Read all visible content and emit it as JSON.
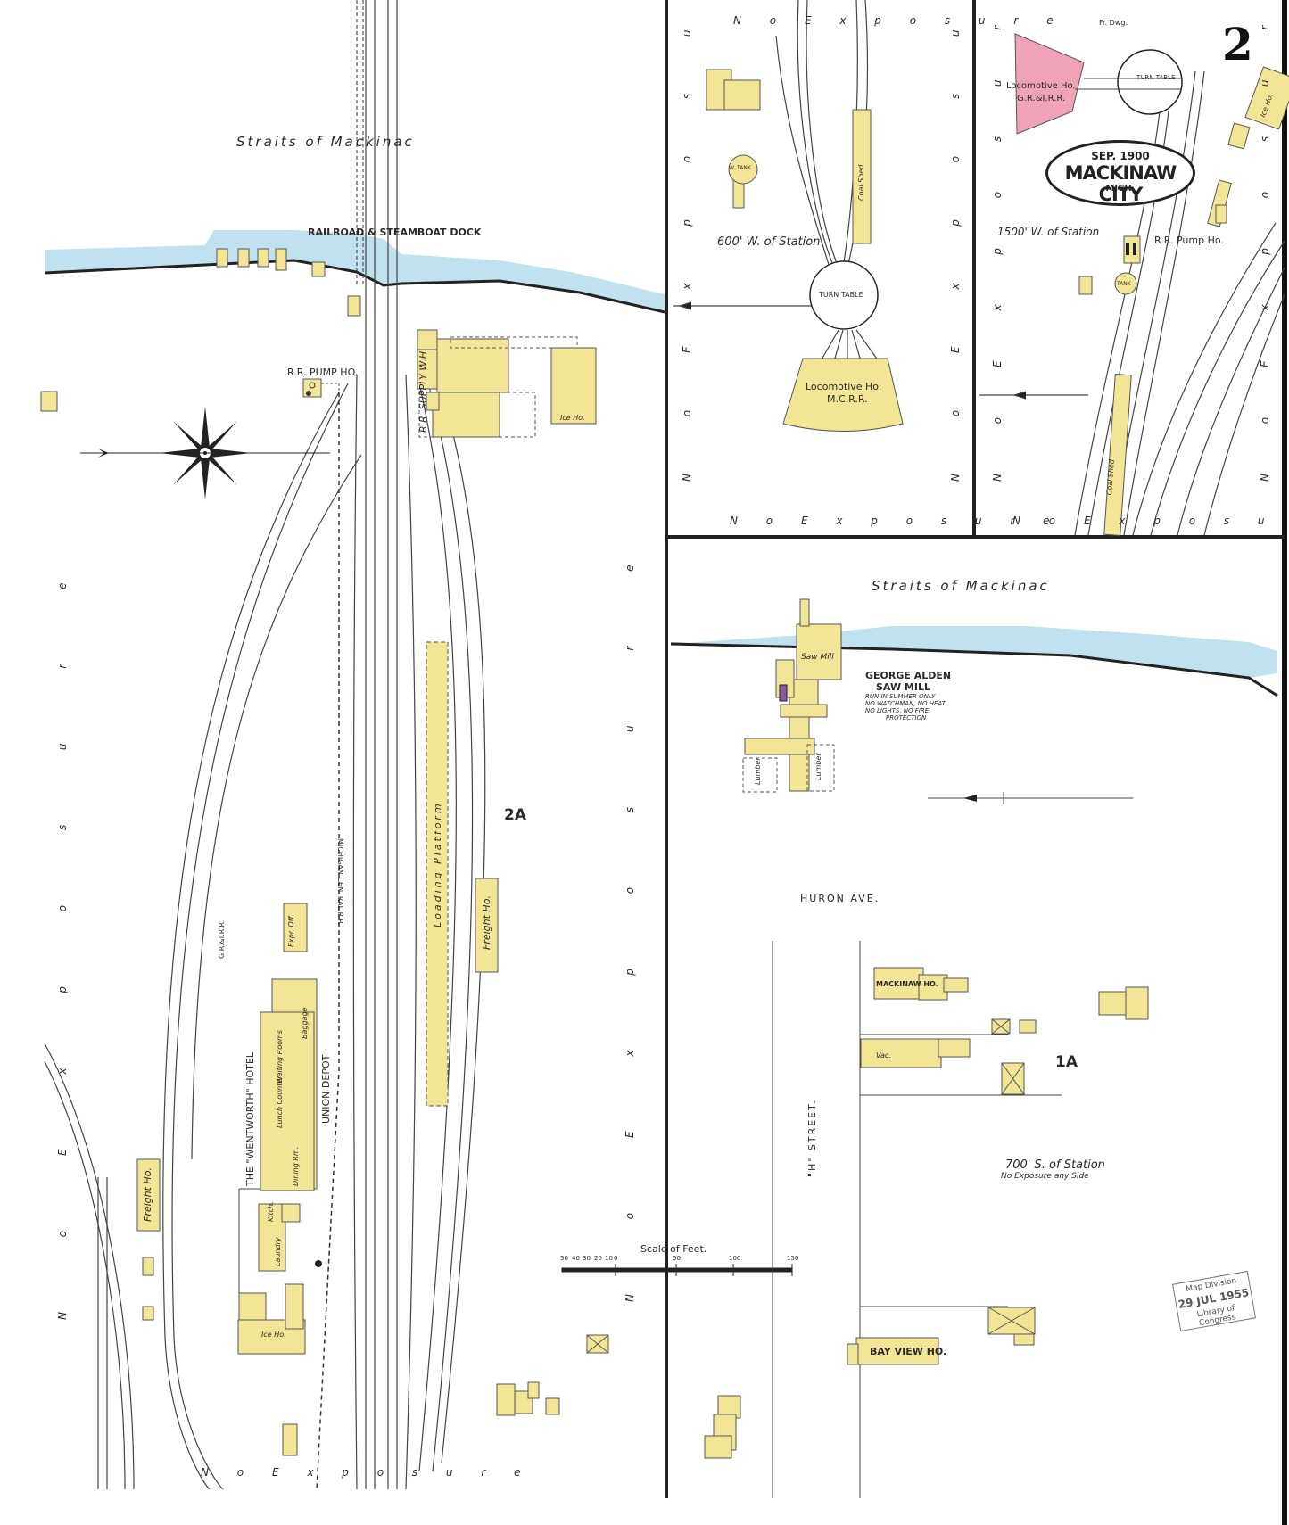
{
  "sheet": {
    "number": "2",
    "date": "SEP. 1900",
    "town": "MACKINAW CITY",
    "state": "MICH."
  },
  "colors": {
    "frame_brick": "#f0a3b6",
    "frame_wood": "#f3e596",
    "water": "#bfe2ee",
    "shore": "#222222",
    "paper": "#ffffff",
    "ink": "#2c2a26"
  },
  "panels": {
    "left": {
      "water": "Straits of Mackinac",
      "dock": "RAILROAD & STEAMBOAT DOCK",
      "section": "2A",
      "no_exposure": "N o   E x p o s u r e",
      "railroad_mc": "MICHIGAN CENTRAL R.R.",
      "railroad_gr": "G.R.&I.R.R.",
      "pump": "R.R. PUMP HO.",
      "supply": "R.R. SUPPLY W.H.",
      "icehouse_top": "Ice Ho.",
      "platform": "Loading Platform",
      "freight_1": "Freight Ho.",
      "freight_2": "Freight Ho.",
      "expr_off": "Expr. Off.",
      "hotel": "THE \"WENTWORTH\" HOTEL",
      "depot": "UNION DEPOT",
      "baggage": "Baggage",
      "waiting": "Waiting Rooms",
      "laundry": "Laundry",
      "kitch": "Kitch.",
      "dining": "Dining Rm.",
      "lunch": "Lunch Counter",
      "icehouse_bottom": "Ice Ho.",
      "scale": "Scale of Feet.",
      "scale_ticks": [
        "50",
        "40",
        "30",
        "20",
        "10",
        "0",
        "50",
        "100",
        "150"
      ]
    },
    "top_middle": {
      "no_exposure": "N o   E x p o s u r e",
      "distance": "600' W. of Station",
      "turntable": "TURN TABLE",
      "loco": "Locomotive Ho.",
      "loco_owner": "M.C.R.R.",
      "coal": "Coal Shed",
      "wtank": "W. TANK"
    },
    "top_right": {
      "fr_dwg": "Fr. Dwg.",
      "loco": "Locomotive Ho.",
      "loco_owner": "G.R.&I.R.R.",
      "turntable": "TURN TABLE",
      "distance": "1500' W. of Station",
      "pump": "R.R. Pump Ho.",
      "tank": "TANK",
      "coal": "Coal Shed",
      "icehouse": "Ice Ho.",
      "no_exposure": "N o   E x p o s u r e"
    },
    "bottom_right": {
      "water": "Straits of Mackinac",
      "mill_name": "GEORGE ALDEN",
      "mill_sub": "SAW MILL",
      "mill_note": [
        "RUN IN SUMMER ONLY",
        "NO WATCHMAN, NO HEAT",
        "NO LIGHTS, NO FIRE",
        "PROTECTION"
      ],
      "sawmill": "Saw Mill",
      "lumber": "Lumber",
      "street_ave": "HURON AVE.",
      "street_h": "\"H\" STREET.",
      "mackinaw_ho": "MACKINAW HO.",
      "vac": "Vac.",
      "bayview": "BAY VIEW HO.",
      "section": "1A",
      "distance": "700' S. of Station",
      "no_exposure_any": "No Exposure any Side"
    }
  },
  "stamp": {
    "line1": "Map Division",
    "date": "29 JUL 1955",
    "line3": "Library of Congress"
  }
}
